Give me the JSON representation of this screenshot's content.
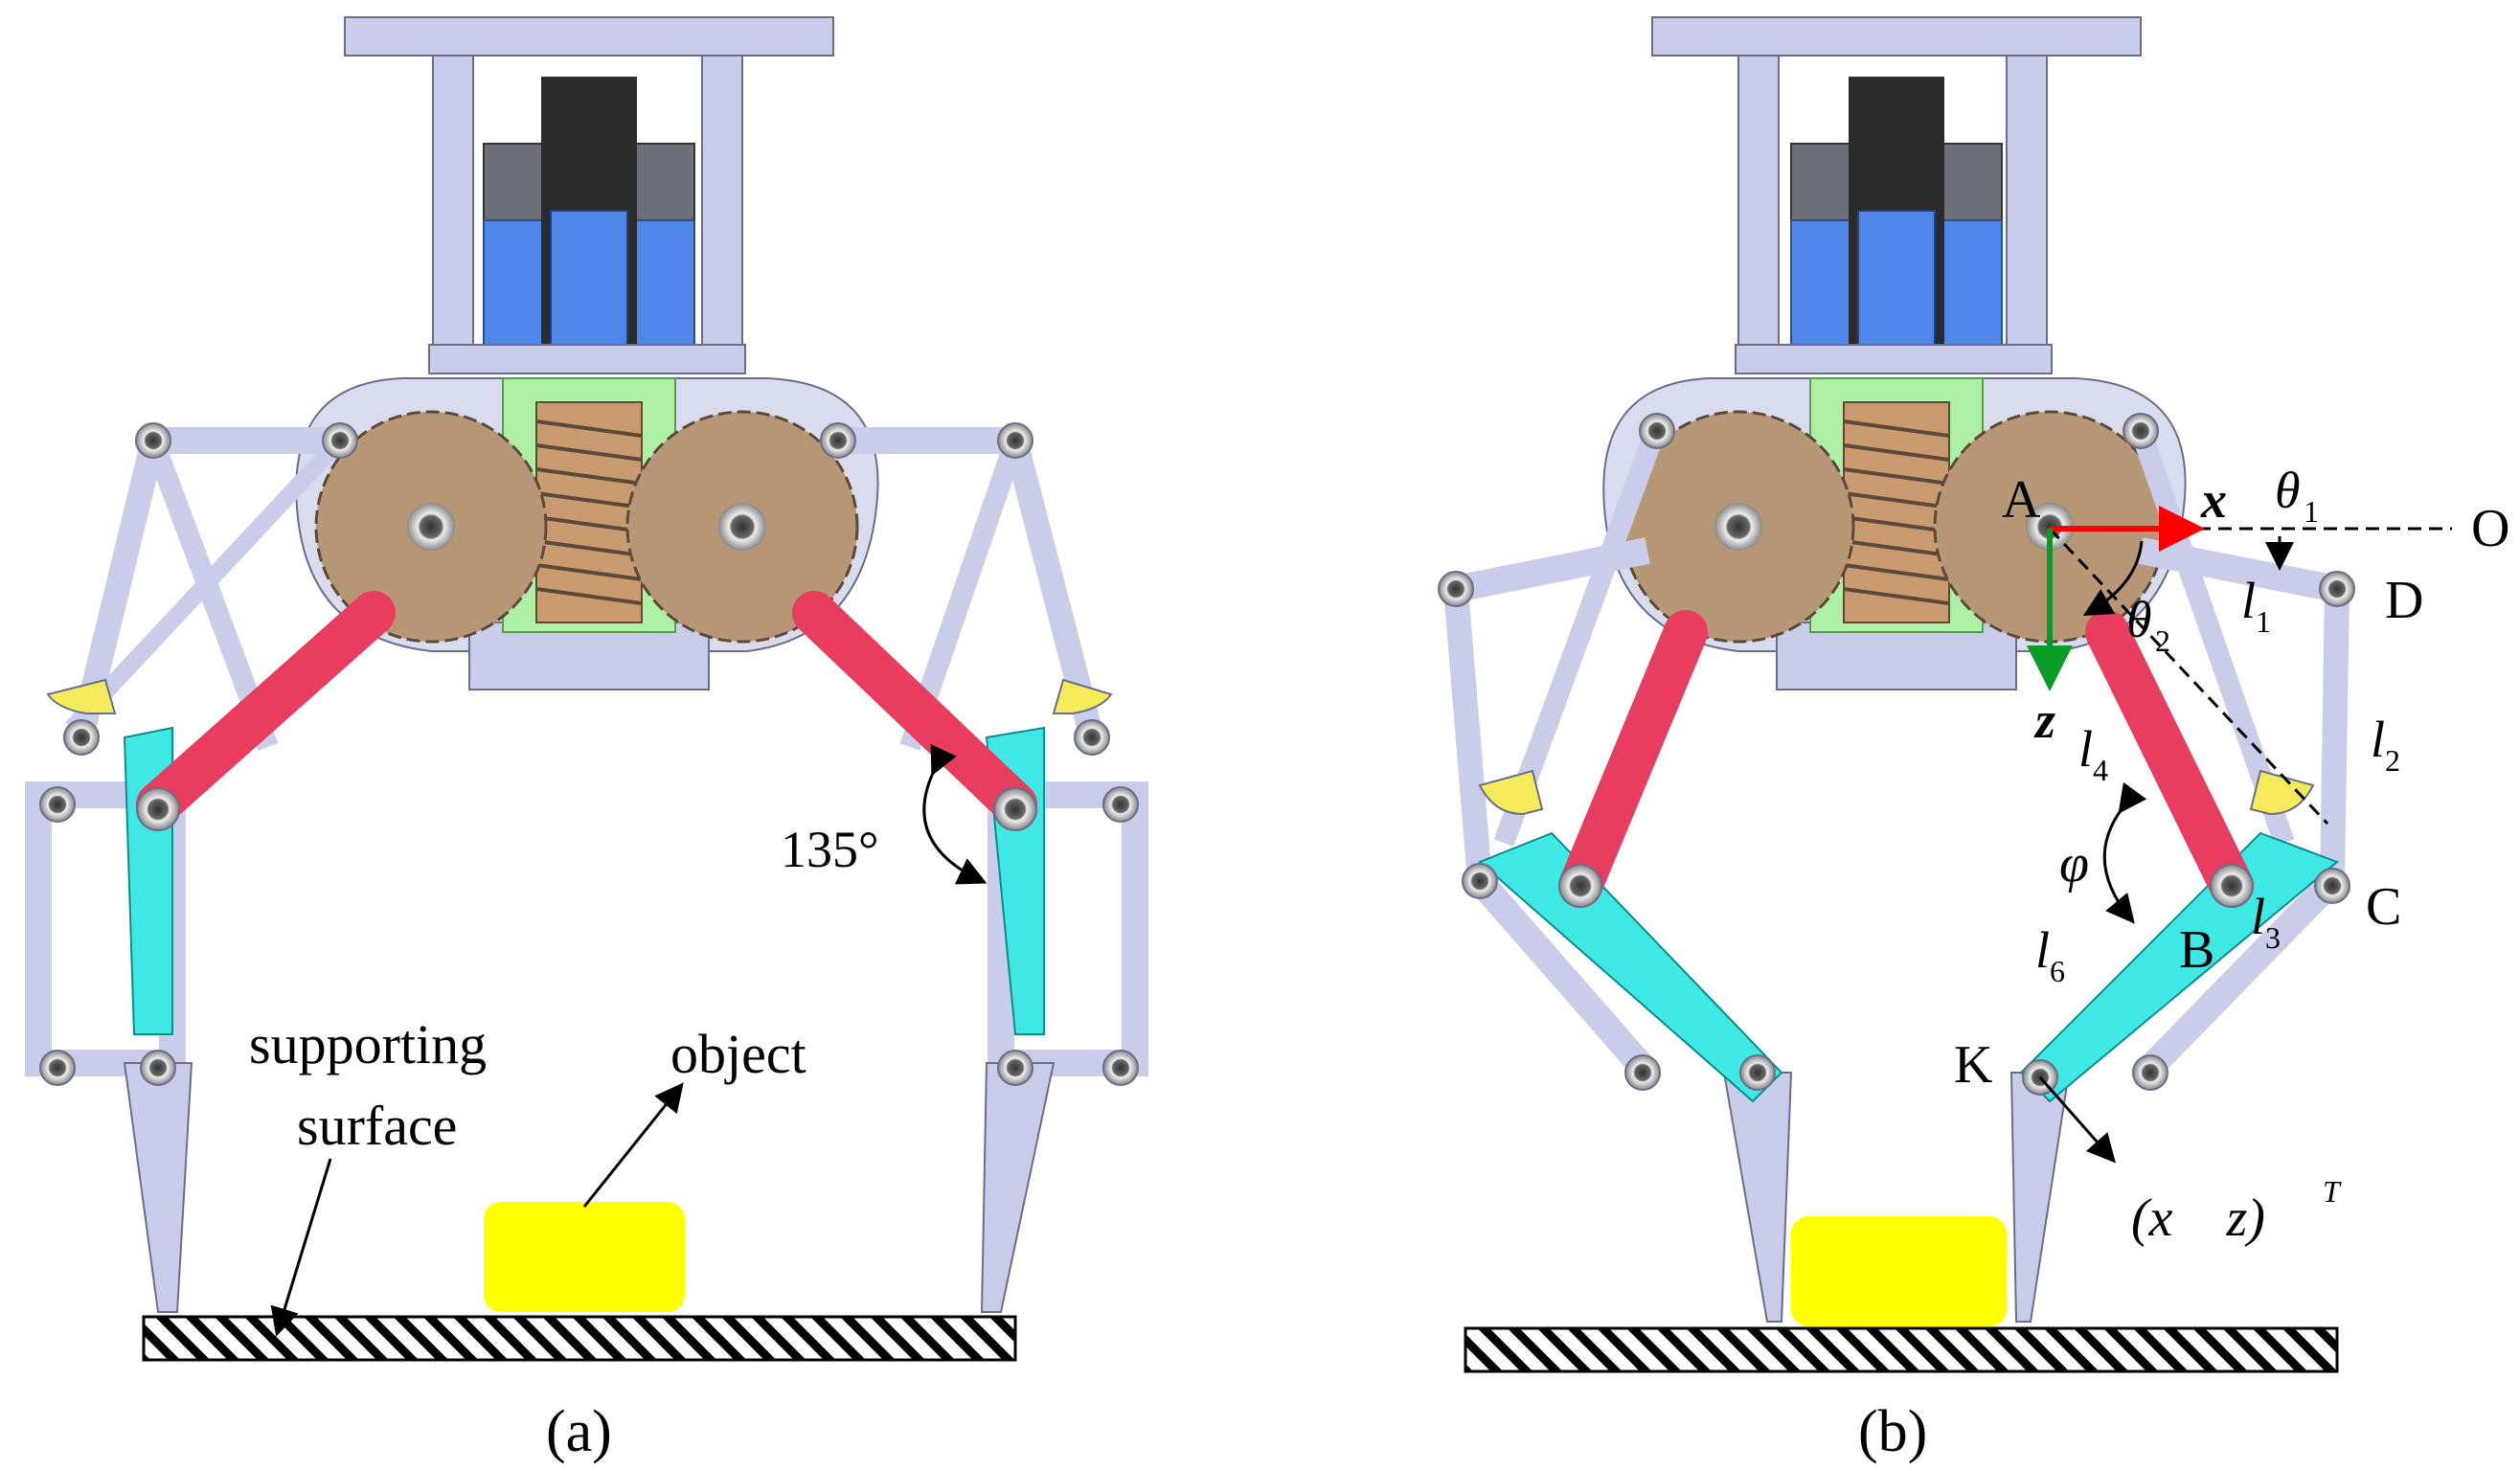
{
  "panel_a": {
    "caption": "(a)",
    "angle_label": "135°",
    "support_label_line1": "supporting",
    "support_label_line2": "surface",
    "object_label": "object"
  },
  "panel_b": {
    "caption": "(b)",
    "point_A": "A",
    "point_B": "B",
    "point_C": "C",
    "point_D": "D",
    "point_K": "K",
    "point_O": "O",
    "axis_x": "x",
    "axis_z": "z",
    "theta1": "θ",
    "theta1_sub": "1",
    "theta2": "θ",
    "theta2_sub": "2",
    "phi": "φ",
    "l1": "l",
    "l1_sub": "1",
    "l2": "l",
    "l2_sub": "2",
    "l3": "l",
    "l3_sub": "3",
    "l4": "l",
    "l4_sub": "4",
    "l6": "l",
    "l6_sub": "6",
    "coord": "(x    z)",
    "coord_sup": "T"
  },
  "colors": {
    "frame": "#c9cde9",
    "frame_edge": "#6a6e8a",
    "gear": "#b89777",
    "gear_edge": "#5b4a3a",
    "worm": "#c99b6e",
    "spring_bg": "#aef0a6",
    "motor_blue": "#4f86e8",
    "motor_dark": "#2b2b2b",
    "motor_grey": "#6d7078",
    "red_link": "#e83d5f",
    "cyan_link": "#3fe7e5",
    "yellow_part": "#f4ea5a",
    "object": "#ffff00",
    "axis_x": "#ff0000",
    "axis_z": "#0a9a26"
  }
}
